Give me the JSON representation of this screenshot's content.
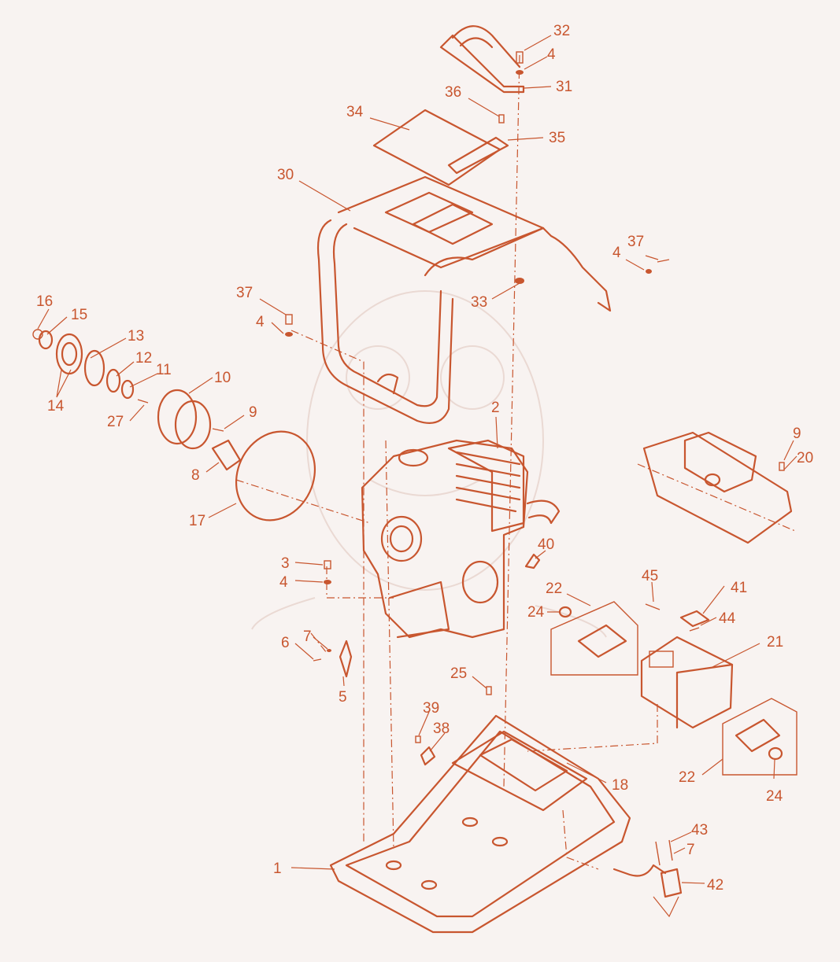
{
  "colors": {
    "ink": "#c8562f",
    "background": "#f8f3f1",
    "watermark": "#ead9d3"
  },
  "callouts": [
    {
      "id": "c32",
      "text": "32"
    },
    {
      "id": "c4a",
      "text": "4"
    },
    {
      "id": "c31",
      "text": "31"
    },
    {
      "id": "c36",
      "text": "36"
    },
    {
      "id": "c34",
      "text": "34"
    },
    {
      "id": "c35",
      "text": "35"
    },
    {
      "id": "c30",
      "text": "30"
    },
    {
      "id": "c37a",
      "text": "37"
    },
    {
      "id": "c4b",
      "text": "4"
    },
    {
      "id": "c33",
      "text": "33"
    },
    {
      "id": "c37b",
      "text": "37"
    },
    {
      "id": "c4c",
      "text": "4"
    },
    {
      "id": "c16",
      "text": "16"
    },
    {
      "id": "c15",
      "text": "15"
    },
    {
      "id": "c13",
      "text": "13"
    },
    {
      "id": "c12",
      "text": "12"
    },
    {
      "id": "c11",
      "text": "11"
    },
    {
      "id": "c14",
      "text": "14"
    },
    {
      "id": "c10",
      "text": "10"
    },
    {
      "id": "c27",
      "text": "27"
    },
    {
      "id": "c9a",
      "text": "9"
    },
    {
      "id": "c8",
      "text": "8"
    },
    {
      "id": "c17",
      "text": "17"
    },
    {
      "id": "c2",
      "text": "2"
    },
    {
      "id": "c9b",
      "text": "9"
    },
    {
      "id": "c20",
      "text": "20"
    },
    {
      "id": "c40",
      "text": "40"
    },
    {
      "id": "c3",
      "text": "3"
    },
    {
      "id": "c4d",
      "text": "4"
    },
    {
      "id": "c45",
      "text": "45"
    },
    {
      "id": "c41",
      "text": "41"
    },
    {
      "id": "c22a",
      "text": "22"
    },
    {
      "id": "c24a",
      "text": "24"
    },
    {
      "id": "c44",
      "text": "44"
    },
    {
      "id": "c21",
      "text": "21"
    },
    {
      "id": "c7a",
      "text": "7"
    },
    {
      "id": "c6",
      "text": "6"
    },
    {
      "id": "c5",
      "text": "5"
    },
    {
      "id": "c25",
      "text": "25"
    },
    {
      "id": "c39",
      "text": "39"
    },
    {
      "id": "c38",
      "text": "38"
    },
    {
      "id": "c18",
      "text": "18"
    },
    {
      "id": "c22b",
      "text": "22"
    },
    {
      "id": "c24b",
      "text": "24"
    },
    {
      "id": "c43",
      "text": "43"
    },
    {
      "id": "c7b",
      "text": "7"
    },
    {
      "id": "c1",
      "text": "1"
    },
    {
      "id": "c42",
      "text": "42"
    }
  ]
}
